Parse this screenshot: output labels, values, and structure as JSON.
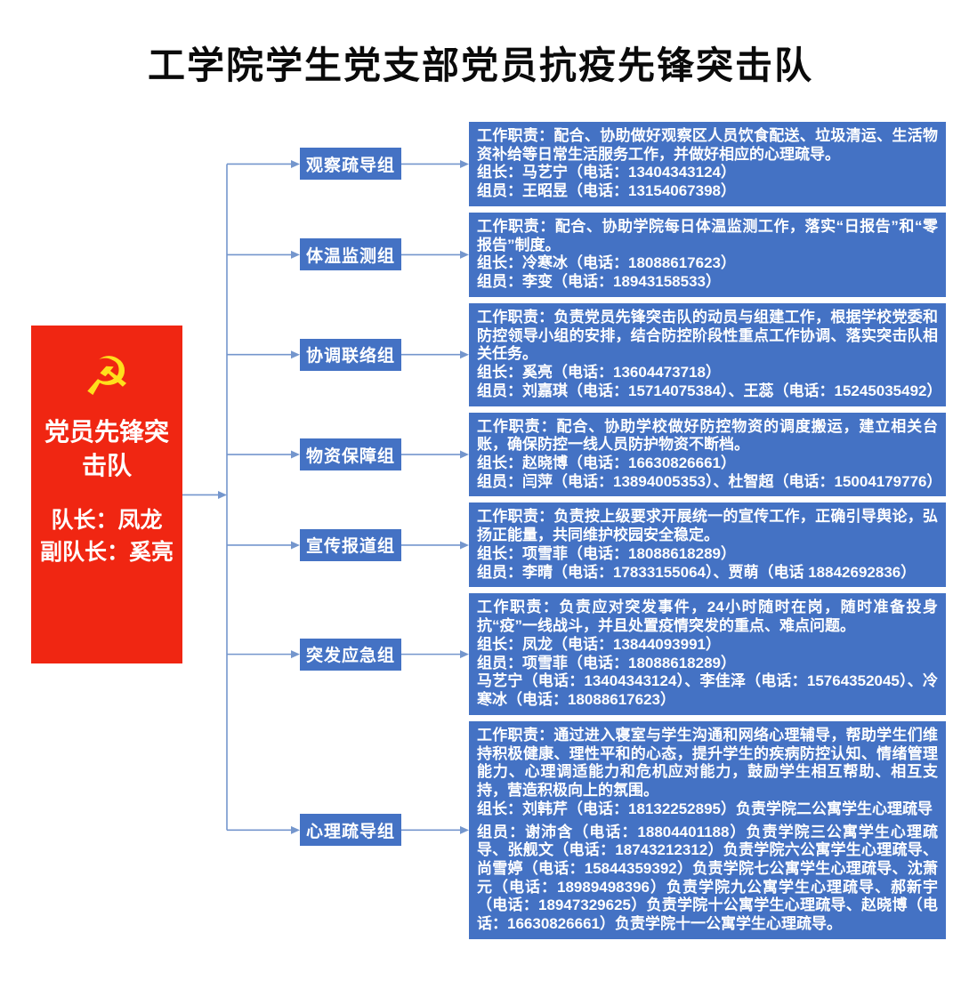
{
  "page": {
    "title": "工学院学生党支部党员抗疫先锋突击队"
  },
  "colors": {
    "red_box": "#f02612",
    "blue_box": "#4472c4",
    "connector": "#7496cd",
    "emblem_gold": "#ffdf1c"
  },
  "root_box": {
    "emblem_icon": "hammer-and-sickle",
    "emblem_glyph": "☭",
    "name": "党员先锋突击队",
    "leaders": [
      "队长：凤龙",
      "副队长：奚亮"
    ]
  },
  "groups": [
    {
      "label": "观察疏导组",
      "duty": "工作职责：配合、协助做好观察区人员饮食配送、垃圾清运、生活物资补给等日常生活服务工作，并做好相应的心理疏导。",
      "members": [
        "组长：马艺宁（电话：13404343124）",
        "组员：王昭昱（电话：13154067398）"
      ]
    },
    {
      "label": "体温监测组",
      "duty": "工作职责：配合、协助学院每日体温监测工作，落实“日报告”和“零报告”制度。",
      "members": [
        "组长：冷寒冰（电话：18088617623）",
        "组员：李变（电话：18943158533）"
      ]
    },
    {
      "label": "协调联络组",
      "duty": "工作职责：负责党员先锋突击队的动员与组建工作，根据学校党委和防控领导小组的安排，结合防控阶段性重点工作协调、落实突击队相关任务。",
      "members": [
        "组长：奚亮（电话：13604473718）",
        "组员：刘嘉琪（电话：15714075384）、王蕊（电话：15245035492）"
      ]
    },
    {
      "label": "物资保障组",
      "duty": "工作职责：配合、协助学校做好防控物资的调度搬运，建立相关台账，确保防控一线人员防护物资不断档。",
      "members": [
        "组长：赵晓博（电话：16630826661）",
        "组员：闫萍（电话：13894005353）、杜智超（电话：15004179776）"
      ]
    },
    {
      "label": "宣传报道组",
      "duty": "工作职责：负责按上级要求开展统一的宣传工作，正确引导舆论，弘扬正能量，共同维护校园安全稳定。",
      "members": [
        "组长：项雪菲（电话：18088618289）",
        "组员：李晴（电话：17833155064）、贾萌（电话 18842692836）"
      ]
    },
    {
      "label": "突发应急组",
      "duty": "工作职责：负责应对突发事件，24小时随时在岗，随时准备投身抗“疫”一线战斗，并且处置疫情突发的重点、难点问题。",
      "members": [
        "组长：凤龙（电话：13844093991）",
        "组员：项雪菲（电话：18088618289）",
        "马艺宁（电话：13404343124）、李佳泽（电话：15764352045）、冷寒冰（电话：18088617623）"
      ]
    },
    {
      "label": "心理疏导组",
      "duty": "工作职责：通过进入寝室与学生沟通和网络心理辅导，帮助学生们维持积极健康、理性平和的心态，提升学生的疾病防控认知、情绪管理能力、心理调适能力和危机应对能力，鼓励学生相互帮助、相互支持，营造积极向上的氛围。",
      "members": [
        "组长：刘韩芹（电话：18132252895）负责学院二公寓学生心理疏导",
        "组员：谢沛含（电话：18804401188）负责学院三公寓学生心理疏导、张舰文（电话：18743212312）负责学院六公寓学生心理疏导、尚雪婷（电话：15844359392）负责学院七公寓学生心理疏导、沈萧元（电话：18989498396）负责学院九公寓学生心理疏导、郝新宇（电话：18947329625）负责学院十公寓学生心理疏导、赵晓博（电话：16630826661）负责学院十一公寓学生心理疏导。"
      ]
    }
  ]
}
